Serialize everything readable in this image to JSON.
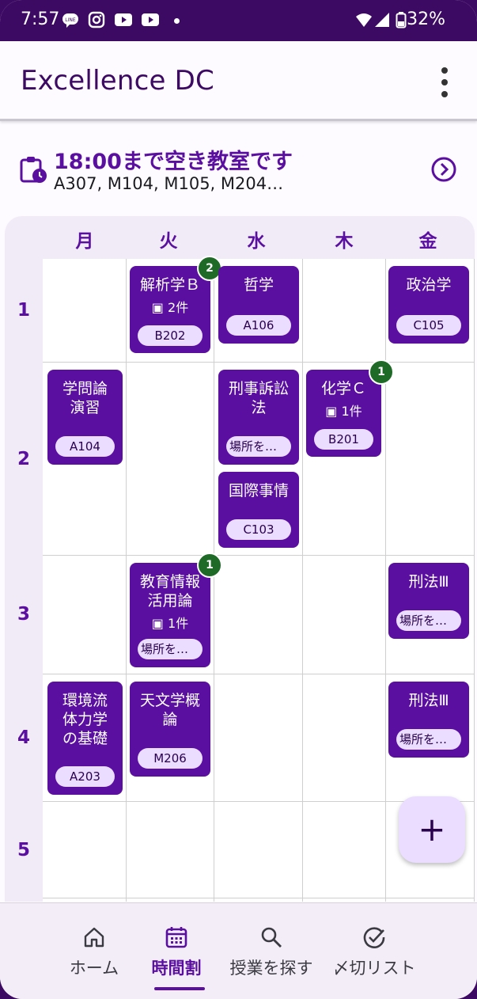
{
  "status_bar": {
    "time": "7:57",
    "battery": "32%"
  },
  "app_bar": {
    "title": "Excellence DC"
  },
  "banner": {
    "headline": "18:00まで空き教室です",
    "rooms": "A307, M104, M105, M204…"
  },
  "timetable": {
    "days": [
      "月",
      "火",
      "水",
      "木",
      "金"
    ],
    "periods": [
      "1",
      "2",
      "3",
      "4",
      "5"
    ],
    "courses": [
      {
        "name": "解析学Ｂ",
        "count": "2件",
        "room": "B202",
        "badge": "2"
      },
      {
        "name": "哲学",
        "room": "A106"
      },
      {
        "name": "政治学",
        "room": "C105"
      },
      {
        "name": "学問論演習",
        "room": "A104"
      },
      {
        "name": "刑事訴訟法",
        "room": "場所を…"
      },
      {
        "name": "化学Ｃ",
        "count": "1件",
        "room": "B201",
        "badge": "1"
      },
      {
        "name": "国際事情",
        "room": "C103"
      },
      {
        "name": "教育情報活用論",
        "count": "1件",
        "room": "場所を…",
        "badge": "1"
      },
      {
        "name": "刑法Ⅲ",
        "room": "場所を…"
      },
      {
        "name": "環境流体力学の基礎",
        "room": "A203"
      },
      {
        "name": "天文学概論",
        "room": "M206"
      },
      {
        "name": "刑法Ⅲ",
        "room": "場所を…"
      }
    ]
  },
  "fab": {
    "label": "+"
  },
  "nav": {
    "items": [
      {
        "label": "ホーム",
        "icon": "home-icon"
      },
      {
        "label": "時間割",
        "icon": "calendar-icon",
        "active": true
      },
      {
        "label": "授業を探す",
        "icon": "search-icon"
      },
      {
        "label": "〆切リスト",
        "icon": "check-circle-icon"
      }
    ]
  },
  "colors": {
    "primary": "#5a0fa0",
    "statusbar": "#3d0a63",
    "chip": "#eaddff",
    "badge": "#1e6a26"
  }
}
